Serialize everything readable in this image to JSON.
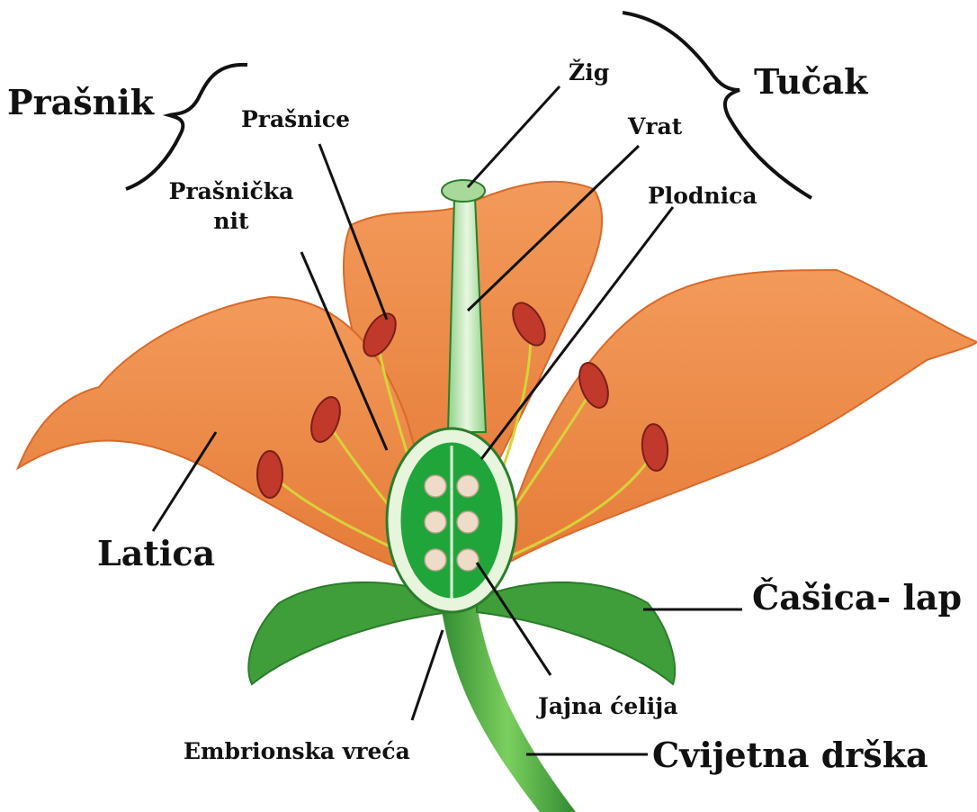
{
  "labels": {
    "prasnik": "Prašnik",
    "tucak": "Tučak",
    "prasnice": "Prašnice",
    "zig": "Žig",
    "vrat": "Vrat",
    "prasnicka_nit_line1": "Prašnička",
    "prasnicka_nit_line2": "nit",
    "plodnica": "Plodnica",
    "latica": "Latica",
    "casica": "Čašica- lap",
    "jajna_celija": "Jajna ćelija",
    "embrionska_vreca": "Embrionska  vreća",
    "cvijetna_drska": "Cvijetna drška"
  },
  "colors": {
    "petal": "#ee8a4a",
    "petal_dark": "#d86a2b",
    "sepal": "#3f9e3a",
    "stem": "#5ab24a",
    "ovary": "#1fa53a",
    "ovule": "#efdcc8",
    "anther": "#c0392b",
    "filament": "#d7d23a"
  }
}
